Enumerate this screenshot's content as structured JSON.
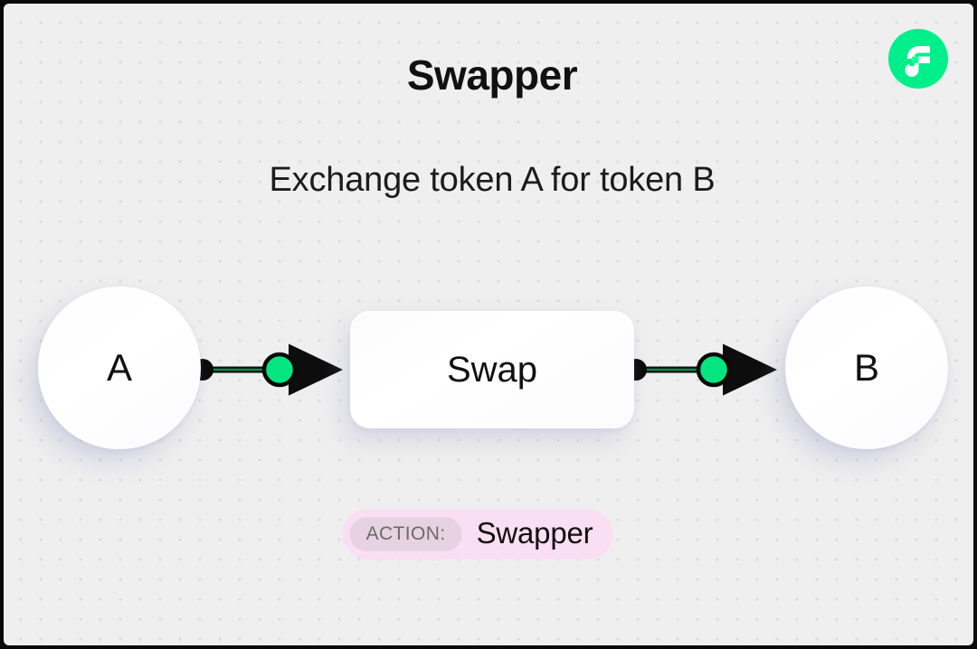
{
  "header": {
    "title": "Swapper",
    "subtitle": "Exchange token A for token B"
  },
  "logo": {
    "name": "flow-logo",
    "circle_color": "#00ef8b",
    "glyph_color": "#ffffff",
    "accent_color": "#16ff99"
  },
  "graph": {
    "nodes": [
      {
        "id": "token-a",
        "label": "A",
        "shape": "circle"
      },
      {
        "id": "swap",
        "label": "Swap",
        "shape": "rounded-rect"
      },
      {
        "id": "token-b",
        "label": "B",
        "shape": "circle"
      }
    ],
    "edges": [
      {
        "id": "edge-a-swap",
        "from": "token-a",
        "to": "swap",
        "marker": "arrow",
        "midpoint_dot": "green"
      },
      {
        "id": "edge-swap-b",
        "from": "swap",
        "to": "token-b",
        "marker": "arrow",
        "midpoint_dot": "green"
      }
    ],
    "colors": {
      "edge": "#0d0d0d",
      "edge_inner": "#0f8a4d",
      "dot_source": "#0a0a0a",
      "dot_mid": "#05e57f",
      "node_fill": "#ffffff",
      "background": "#efefef",
      "grid_dot": "#dcdcdc"
    }
  },
  "badge": {
    "label": "ACTION:",
    "value": "Swapper",
    "pill_color": "#fadef3",
    "label_pill_color": "#e6d2e0",
    "label_text_color": "#6b6b6b"
  }
}
